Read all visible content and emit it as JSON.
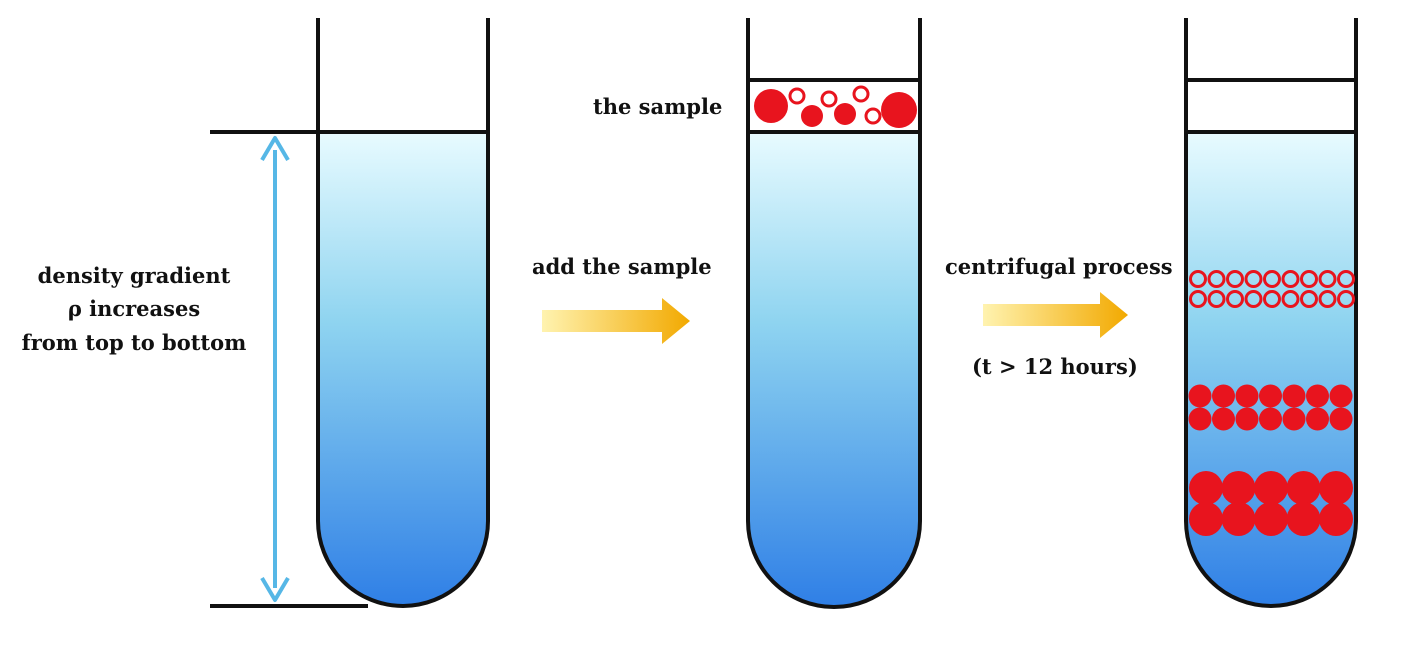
{
  "labels": {
    "gradient_line1": "density gradient",
    "gradient_line2": "ρ increases",
    "gradient_line3": "from top to bottom",
    "sample": "the sample",
    "add_sample": "add  the sample",
    "centrifugal": "centrifugal process",
    "time": "(t > 12 hours)"
  },
  "colors": {
    "gradient_top": "#e8fbff",
    "gradient_mid": "#8fd4f0",
    "gradient_bottom": "#2f7fe6",
    "particle": "#e8141e",
    "arrow_start": "#fff3b0",
    "arrow_end": "#f2a900",
    "density_arrow": "#56b7e6",
    "outline": "#111111"
  },
  "icons": {
    "tube_1": "test-tube-icon",
    "tube_2": "test-tube-icon",
    "tube_3": "test-tube-icon",
    "process_arrow": "right-arrow-icon",
    "density_arrow": "double-headed-arrow-icon"
  }
}
